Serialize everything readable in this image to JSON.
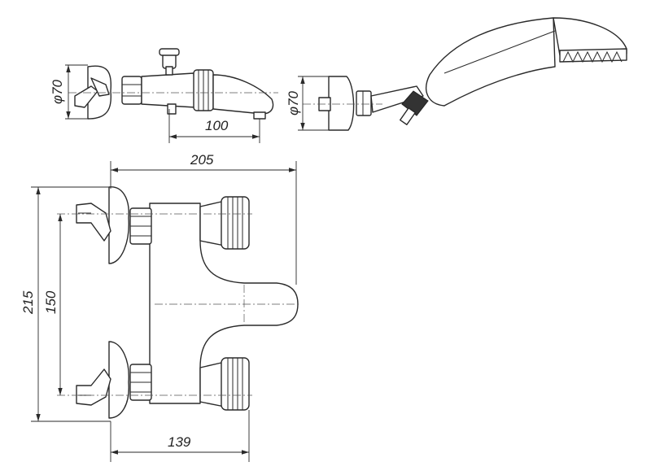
{
  "dimensions": {
    "front_diameter": "φ70",
    "spout_length": "100",
    "side_diameter": "φ70",
    "total_width": "205",
    "total_height": "215",
    "inlet_spacing": "150",
    "outlet_reach": "139"
  }
}
